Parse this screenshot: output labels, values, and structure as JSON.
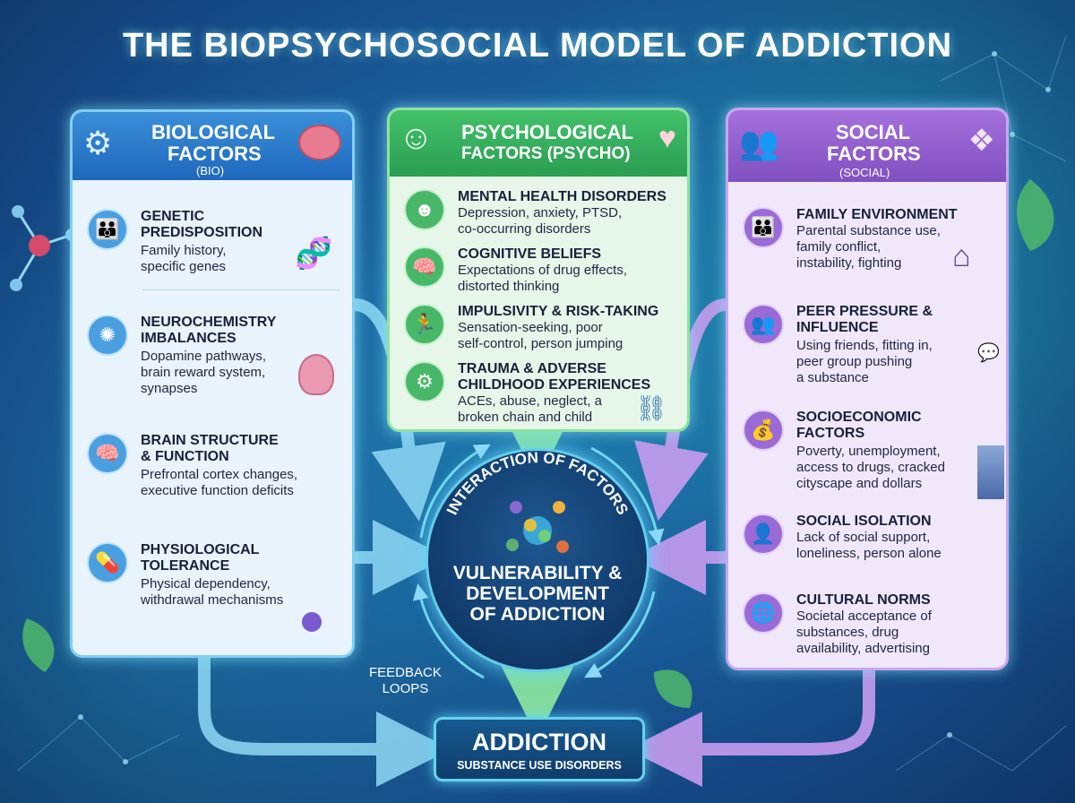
{
  "title": "THE BIOPSYCHOSOCIAL MODEL OF ADDICTION",
  "biological": {
    "title_line1": "BIOLOGICAL",
    "title_line2": "FACTORS",
    "subtitle": "(BIO)",
    "items": [
      {
        "heading": "GENETIC\nPREDISPOSITION",
        "desc": "Family history,\nspecific genes",
        "icon": "family-icon"
      },
      {
        "heading": "NEUROCHEMISTRY\nIMBALANCES",
        "desc": "Dopamine pathways,\nbrain reward system,\nsynapses",
        "icon": "neuron-icon"
      },
      {
        "heading": "BRAIN STRUCTURE\n& FUNCTION",
        "desc": "Prefrontal cortex changes,\nexecutive function deficits",
        "icon": "brain-icon"
      },
      {
        "heading": "PHYSIOLOGICAL\nTOLERANCE",
        "desc": "Physical dependency,\nwithdrawal mechanisms",
        "icon": "pill-bottle-icon"
      }
    ]
  },
  "psychological": {
    "title_line1": "PSYCHOLOGICAL",
    "title_line2": "FACTORS (PSYCHO)",
    "items": [
      {
        "heading": "MENTAL HEALTH DISORDERS",
        "desc": "Depression, anxiety, PTSD,\nco-occurring disorders",
        "icon": "head-icon"
      },
      {
        "heading": "COGNITIVE BELIEFS",
        "desc": "Expectations of drug effects,\ndistorted thinking",
        "icon": "brain-icon"
      },
      {
        "heading": "IMPULSIVITY & RISK-TAKING",
        "desc": "Sensation-seeking, poor\nself-control, person jumping",
        "icon": "running-person-icon"
      },
      {
        "heading": "TRAUMA & ADVERSE\nCHILDHOOD EXPERIENCES",
        "desc": "ACEs, abuse, neglect, a\nbroken chain and child",
        "icon": "head-gears-icon"
      }
    ]
  },
  "social": {
    "title_line1": "SOCIAL",
    "title_line2": "FACTORS",
    "subtitle": "(SOCIAL)",
    "items": [
      {
        "heading": "FAMILY ENVIRONMENT",
        "desc": "Parental substance use,\nfamily conflict,\ninstability, fighting",
        "icon": "family-icon"
      },
      {
        "heading": "PEER PRESSURE &\nINFLUENCE",
        "desc": "Using friends, fitting in,\npeer group pushing\na substance",
        "icon": "group-icon"
      },
      {
        "heading": "SOCIOECONOMIC\nFACTORS",
        "desc": "Poverty, unemployment,\naccess to drugs, cracked\ncityscape and dollars",
        "icon": "money-bag-icon"
      },
      {
        "heading": "SOCIAL ISOLATION",
        "desc": "Lack of social support,\nloneliness, person alone",
        "icon": "people-icon"
      },
      {
        "heading": "CULTURAL NORMS",
        "desc": "Societal acceptance of\nsubstances, drug\navailability, advertising",
        "icon": "globe-icon"
      }
    ]
  },
  "center": {
    "arc_label": "INTERACTION OF FACTORS",
    "main": "VULNERABILITY &\nDEVELOPMENT\nOF ADDICTION"
  },
  "feedback": "FEEDBACK\nLOOPS",
  "outcome": {
    "title": "ADDICTION",
    "subtitle": "SUBSTANCE USE DISORDERS"
  },
  "colors": {
    "bio": "#2a7dd0",
    "psycho": "#36b05d",
    "social": "#9060cc",
    "glow": "#64cdea"
  }
}
